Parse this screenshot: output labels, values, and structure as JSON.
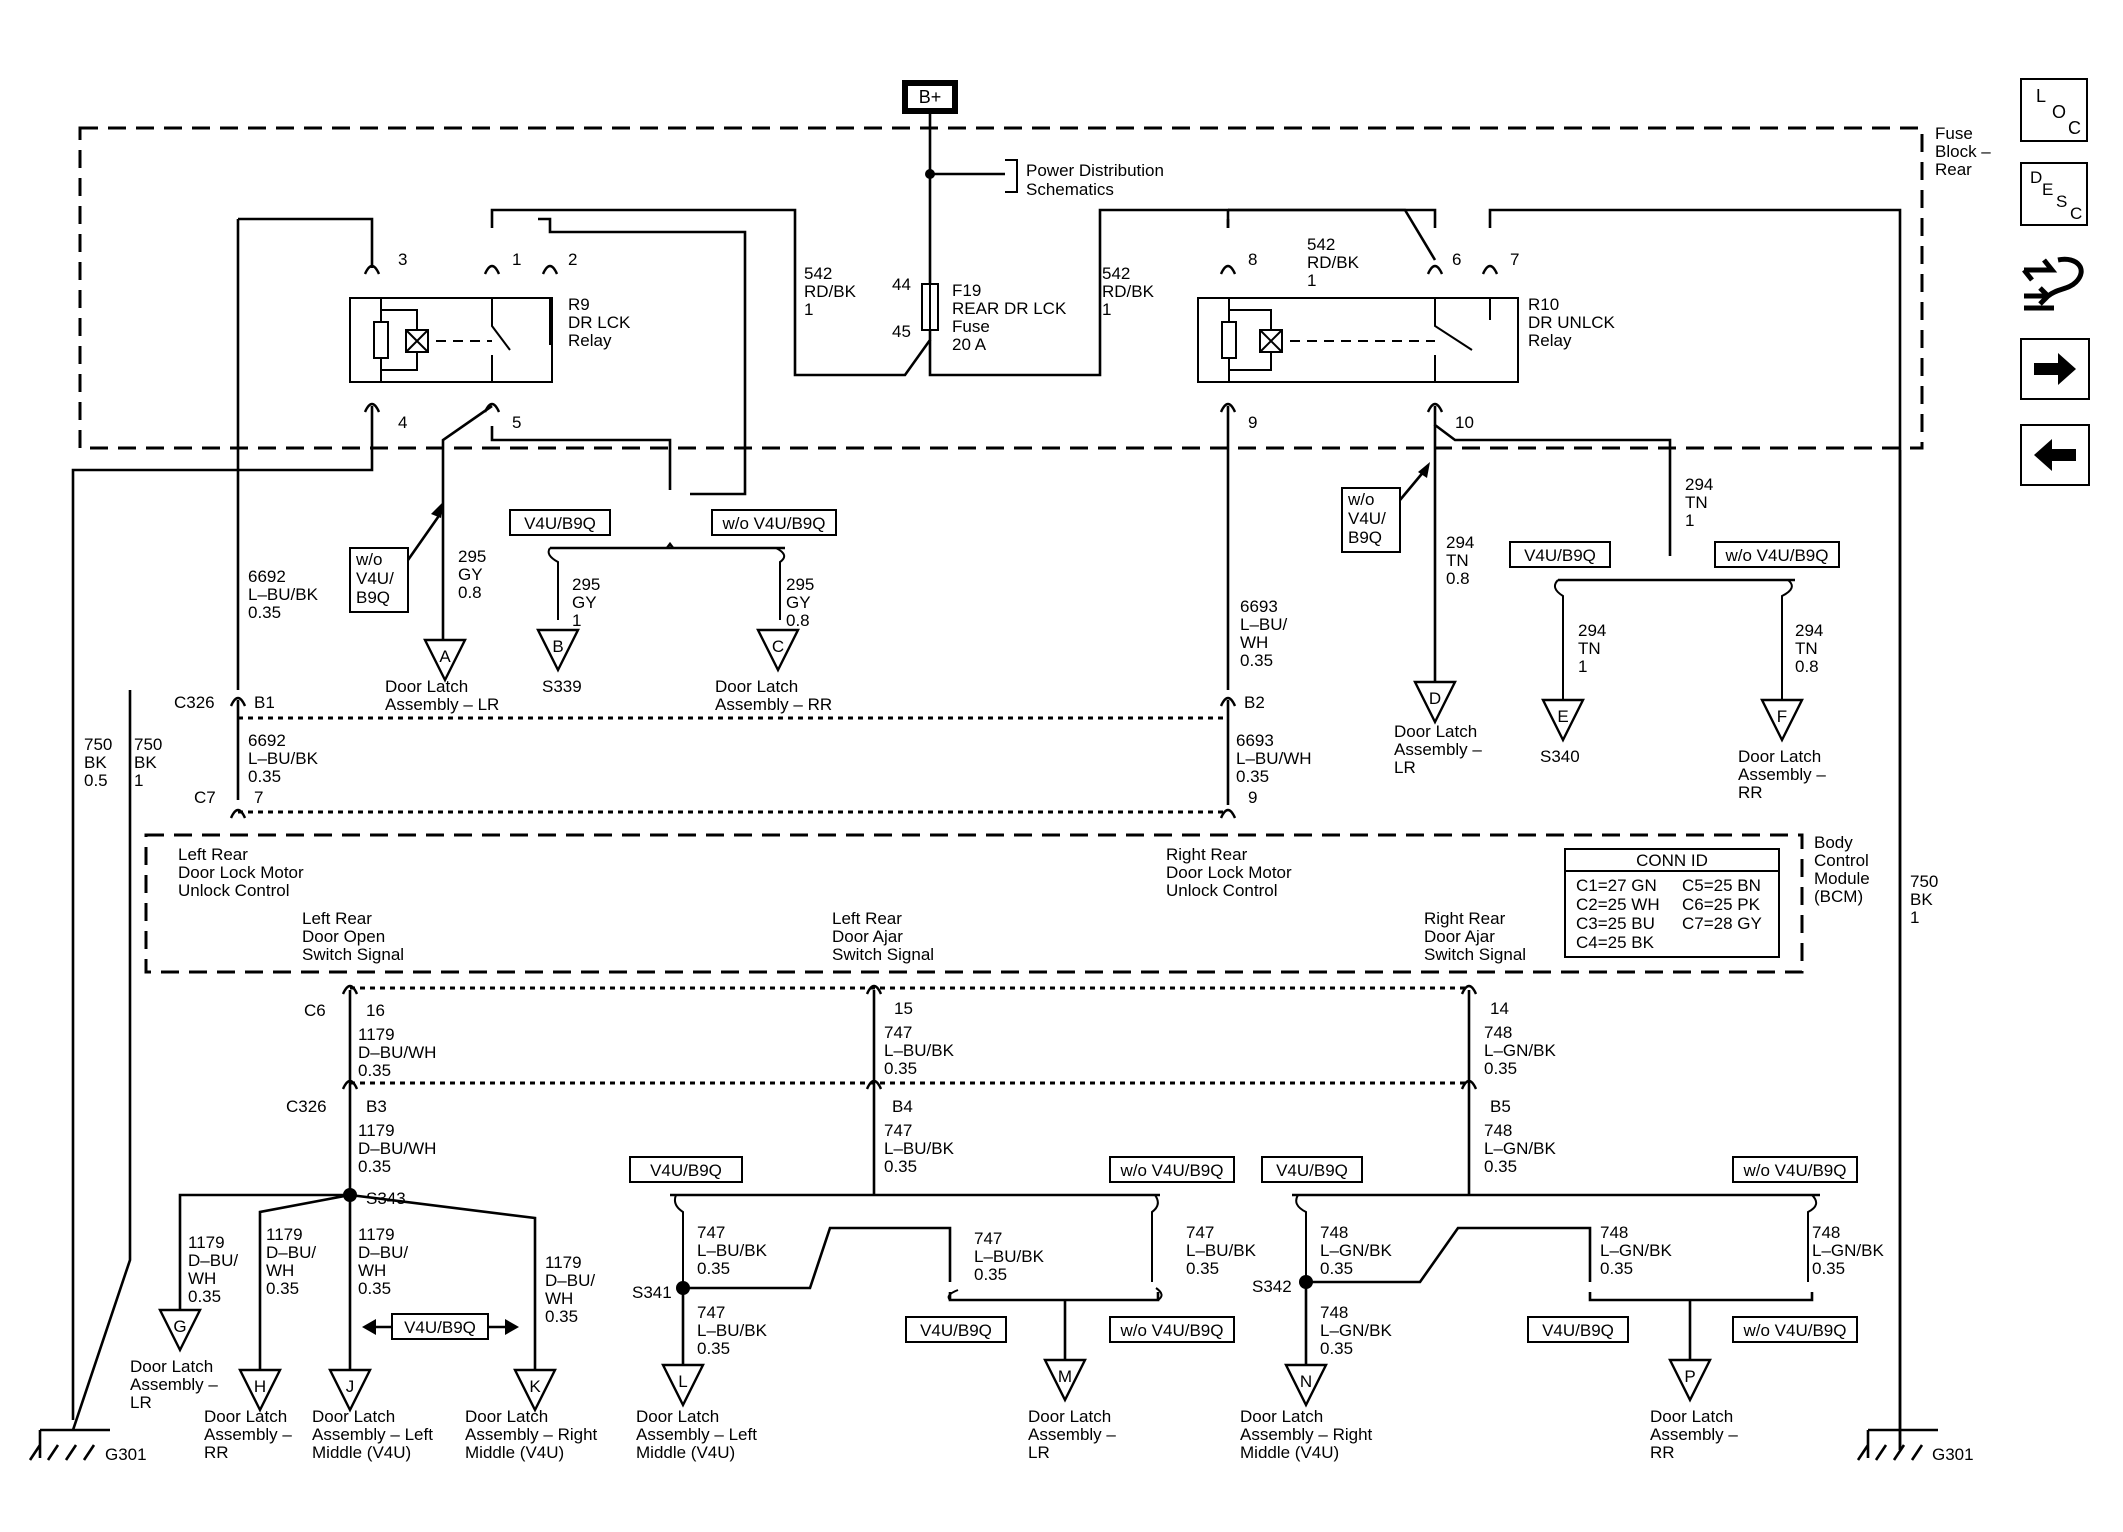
{
  "power": {
    "bplus": "B+",
    "pds": [
      "Power Distribution",
      "Schematics"
    ]
  },
  "fuse_block": [
    "Fuse",
    "Block –",
    "Rear"
  ],
  "fuse": {
    "name": "F19",
    "desc": "REAR DR LCK",
    "word": "Fuse",
    "rating": "20 A",
    "pin_in": "44",
    "pin_out": "45"
  },
  "relay_lock": {
    "ref": "R9",
    "name": "DR LCK",
    "word": "Relay",
    "pins": [
      "3",
      "1",
      "2",
      "4",
      "5"
    ]
  },
  "relay_unlock": {
    "ref": "R10",
    "name": "DR UNLCK",
    "word": "Relay",
    "pins": [
      "8",
      "6",
      "7",
      "9",
      "10"
    ]
  },
  "wire_542": [
    "542",
    "RD/BK",
    "1"
  ],
  "wire_295_gy_08": [
    "295",
    "GY",
    "0.8"
  ],
  "wire_295_gy_1": [
    "295",
    "GY",
    "1"
  ],
  "wire_294_tn_08": [
    "294",
    "TN",
    "0.8"
  ],
  "wire_294_tn_1": [
    "294",
    "TN",
    "1"
  ],
  "wire_6692": [
    "6692",
    "L–BU/BK",
    "0.35"
  ],
  "wire_6693_top": [
    "6693",
    "L–BU/",
    "WH",
    "0.35"
  ],
  "wire_6693_bot": [
    "6693",
    "L–BU/WH",
    "0.35"
  ],
  "wire_750_05": [
    "750",
    "BK",
    "0.5"
  ],
  "wire_750_1": [
    "750",
    "BK",
    "1"
  ],
  "wire_1179": [
    "1179",
    "D–BU/WH",
    "0.35"
  ],
  "wire_1179_b": [
    "1179",
    "D–BU/",
    "WH",
    "0.35"
  ],
  "wire_747": [
    "747",
    "L–BU/BK",
    "0.35"
  ],
  "wire_748": [
    "748",
    "L–GN/BK",
    "0.35"
  ],
  "opt_with": "V4U/B9Q",
  "opt_without": "w/o V4U/B9Q",
  "opt_without_stack": [
    "w/o",
    "V4U/",
    "B9Q"
  ],
  "connectors": {
    "c326": "C326",
    "c7": "C7",
    "c6": "C6",
    "b1": "B1",
    "b2": "B2",
    "b3": "B3",
    "b4": "B4",
    "b5": "B5",
    "p7": "7",
    "p9": "9",
    "p16": "16",
    "p15": "15",
    "p14": "14"
  },
  "splices": {
    "s339": "S339",
    "s340": "S340",
    "s341": "S341",
    "s342": "S342",
    "s343": "S343"
  },
  "grounds": {
    "g301": "G301"
  },
  "bcm": {
    "title": [
      "Body",
      "Control",
      "Module",
      "(BCM)"
    ],
    "lr_unlock": [
      "Left Rear",
      "Door Lock Motor",
      "Unlock Control"
    ],
    "rr_unlock": [
      "Right Rear",
      "Door Lock Motor",
      "Unlock Control"
    ],
    "lr_open": [
      "Left Rear",
      "Door Open",
      "Switch Signal"
    ],
    "lr_ajar": [
      "Left Rear",
      "Door Ajar",
      "Switch Signal"
    ],
    "rr_ajar": [
      "Right Rear",
      "Door Ajar",
      "Switch Signal"
    ]
  },
  "conn_id": {
    "title": "CONN ID",
    "rows": [
      [
        "C1=27 GN",
        "C5=25 BN"
      ],
      [
        "C2=25 WH",
        "C6=25 PK"
      ],
      [
        "C3=25 BU",
        "C7=28 GY"
      ],
      [
        "C4=25 BK",
        ""
      ]
    ]
  },
  "dest": {
    "A": [
      "Door Latch",
      "Assembly – LR"
    ],
    "B": [
      "S339"
    ],
    "C": [
      "Door Latch",
      "Assembly – RR"
    ],
    "D": [
      "Door Latch",
      "Assembly –",
      "LR"
    ],
    "E": [
      "S340"
    ],
    "F": [
      "Door Latch",
      "Assembly –",
      "RR"
    ],
    "G": [
      "Door Latch",
      "Assembly –",
      "LR"
    ],
    "H": [
      "Door Latch",
      "Assembly –",
      "RR"
    ],
    "J": [
      "Door Latch",
      "Assembly – Left",
      "Middle (V4U)"
    ],
    "K": [
      "Door Latch",
      "Assembly – Right",
      "Middle (V4U)"
    ],
    "L": [
      "Door Latch",
      "Assembly – Left",
      "Middle (V4U)"
    ],
    "M": [
      "Door Latch",
      "Assembly –",
      "LR"
    ],
    "N": [
      "Door Latch",
      "Assembly – Right",
      "Middle (V4U)"
    ],
    "P": [
      "Door Latch",
      "Assembly –",
      "RR"
    ]
  },
  "triangle_letters": [
    "A",
    "B",
    "C",
    "D",
    "E",
    "F",
    "G",
    "H",
    "J",
    "K",
    "L",
    "M",
    "N",
    "P"
  ],
  "nav": {
    "loc": [
      "L",
      "O",
      "C"
    ],
    "desc": [
      "D",
      "E",
      "S",
      "C"
    ]
  }
}
